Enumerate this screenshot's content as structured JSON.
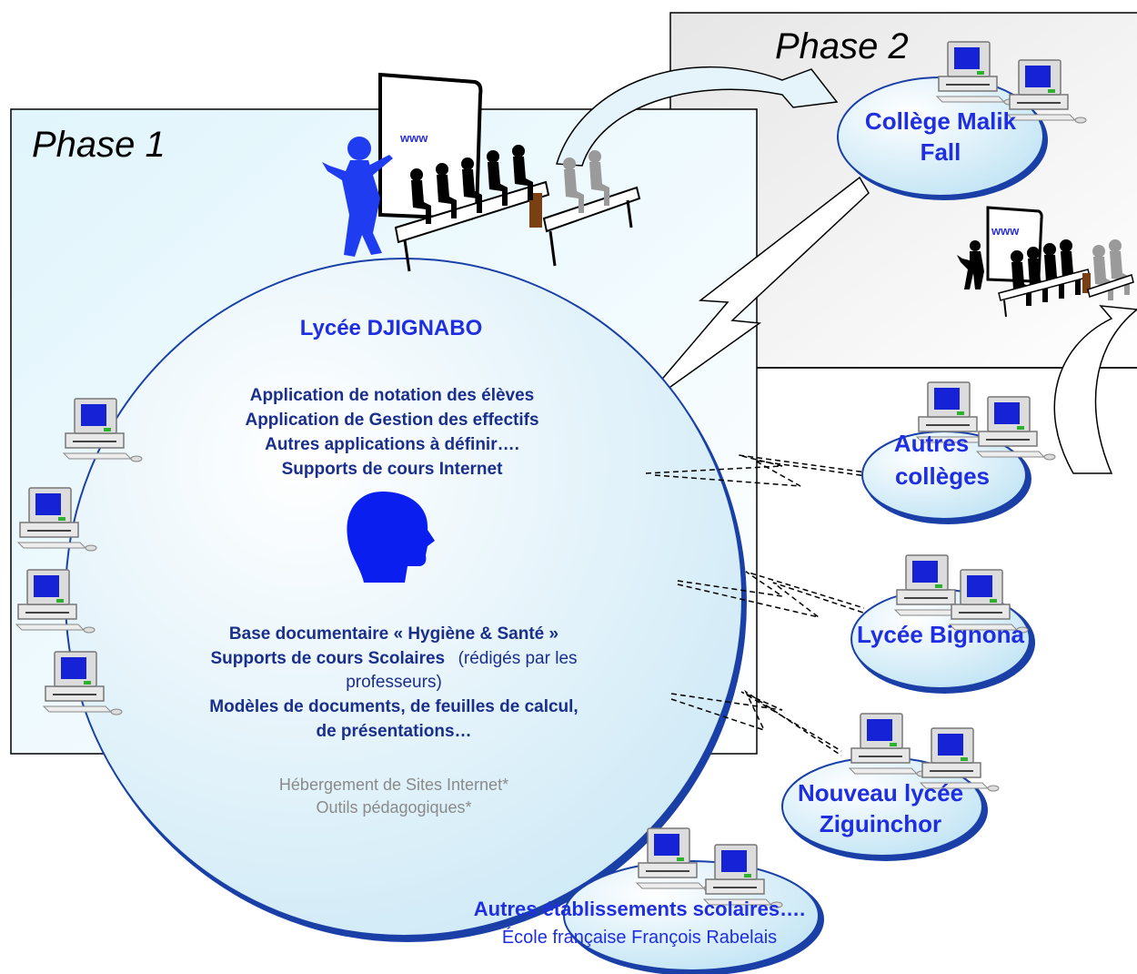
{
  "phases": {
    "phase1": "Phase 1",
    "phase2": "Phase 2"
  },
  "hub": {
    "title": "Lycée DJIGNABO",
    "applications": [
      "Application de notation des élèves",
      "Application de Gestion des effectifs",
      "Autres applications à définir….",
      "Supports de cours Internet"
    ],
    "resources": {
      "line1": "Base documentaire « Hygiène & Santé »",
      "line2_bold": "Supports de cours Scolaires",
      "line2_normal": "(rédigés par les",
      "line3": "professeurs)",
      "line4": "Modèles de documents, de feuilles de calcul,",
      "line5": "de présentations…"
    },
    "future": [
      "Hébergement de Sites Internet*",
      "Outils pédagogiques*"
    ]
  },
  "sites": {
    "college_malik": [
      "Collège Malik",
      "Fall"
    ],
    "autres_colleges": [
      "Autres",
      "collèges"
    ],
    "lycee_bignona": [
      "Lycée Bignona"
    ],
    "nouveau_lycee": [
      "Nouveau lycée",
      "Ziguinchor"
    ],
    "autres_etablissements": {
      "line1": "Autres établissements scolaires….",
      "line2": "École française François Rabelais"
    }
  },
  "screen_label": "www",
  "colors": {
    "brand_blue": "#1f2ee0",
    "dark_blue": "#1a2f8c",
    "grey_text": "#8a8a8a",
    "bubble_fill": "#d6eef9",
    "phase1_fill": "#eaf8fd",
    "phase2_fill": "#eeeeee",
    "head_blue": "#0a1ef0"
  }
}
